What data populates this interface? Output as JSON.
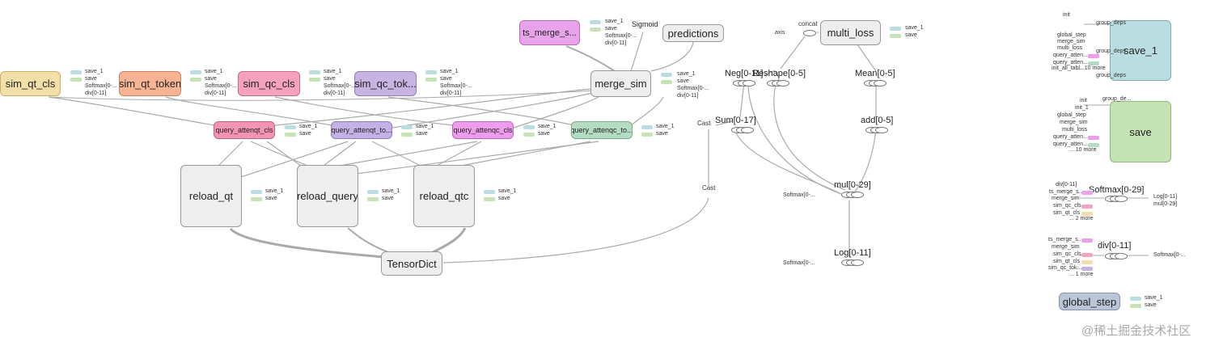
{
  "colors": {
    "sim_qt_cls": "#f3dfa8",
    "sim_qt_token": "#f6b494",
    "sim_qc_cls": "#f5a3bd",
    "sim_qc_token": "#c7b4e2",
    "ts_merge": "#e9a3eb",
    "query_attenqt_cls": "#f394b6",
    "query_attenqt_token": "#c3b2e6",
    "query_attenqc_cls": "#ee9cec",
    "query_attenqc_token": "#b4dcc2",
    "neutral": "#eeeeee",
    "save_1": "#b9dde0",
    "save": "#c5e3b5",
    "global_step": "#bac6d8",
    "edge": "#aaaaaa"
  },
  "nodes": {
    "sim_qt_cls": "sim_qt_cls",
    "sim_qt_token": "sim_qt_token",
    "sim_qc_cls": "sim_qc_cls",
    "sim_qc_token": "sim_qc_tok...",
    "ts_merge": "ts_merge_s...",
    "sigmoid": "Sigmoid",
    "predictions": "predictions",
    "merge_sim": "merge_sim",
    "query_attenqt_cls": "query_attenqt_cls",
    "query_attenqt_token": "query_attenqt_to...",
    "query_attenqc_cls": "query_attenqc_cls",
    "query_attenqc_token": "query_attenqc_to...",
    "reload_qt": "reload_qt",
    "reload_query": "reload_query",
    "reload_qtc": "reload_qtc",
    "tensordict": "TensorDict",
    "cast_top": "Cast",
    "cast_bottom": "Cast",
    "concat": "concat",
    "axis": "axis",
    "multi_loss": "multi_loss",
    "neg": "Neg[0-11]",
    "reshape": "Reshape[0-5]",
    "mean": "Mean[0-5]",
    "sum": "Sum[0-17]",
    "add": "add[0-5]",
    "mul": "mul[0-29]",
    "log": "Log[0-11]",
    "softmax_in_mul": "Softmax[0-...",
    "softmax_in_log": "Softmax[0-..."
  },
  "side_labels": {
    "save_1": "save_1",
    "save": "save",
    "softmax": "Softmax[0-...",
    "div": "div[0-11]",
    "softmax_short": "Softmax[0-..."
  },
  "aux": {
    "save_1_box": "save_1",
    "save_box": "save",
    "global_step_box": "global_step",
    "softmax_group": "Softmax[0-29]",
    "div_group": "div[0-11]",
    "save1_inputs": [
      "init",
      "global_step",
      "merge_sim",
      "multi_loss",
      "query_atten...",
      "query_atten...",
      "init_all_tabl..."
    ],
    "save1_inputs_extra": "... 10 more",
    "save1_group_deps_top": "group_deps",
    "save1_group_deps_mid": "group_deps",
    "save1_group_deps_bottom": "group_deps",
    "save_inputs": [
      "init",
      "init_1",
      "global_step",
      "merge_sim",
      "multi_loss",
      "query_atten...",
      "query_atten..."
    ],
    "save_inputs_extra": "... 10 more",
    "save_group_deps": "group_de...",
    "softmax_inputs": [
      "div[0-11]",
      "ts_merge_s...",
      "merge_sim",
      "sim_qc_cls",
      "sim_qt_cls"
    ],
    "softmax_inputs_extra": "... 2 more",
    "softmax_outputs": [
      "Log[0-11]",
      "mul[0-29]"
    ],
    "div_inputs": [
      "ts_merge_s...",
      "merge_sim",
      "sim_qc_cls",
      "sim_qt_cls",
      "sim_qc_tok..."
    ],
    "div_inputs_extra": "... 1 more",
    "div_output": "Softmax[0-...",
    "global_step_save_1": "save_1",
    "global_step_save": "save"
  },
  "watermark": "@稀土掘金技术社区"
}
